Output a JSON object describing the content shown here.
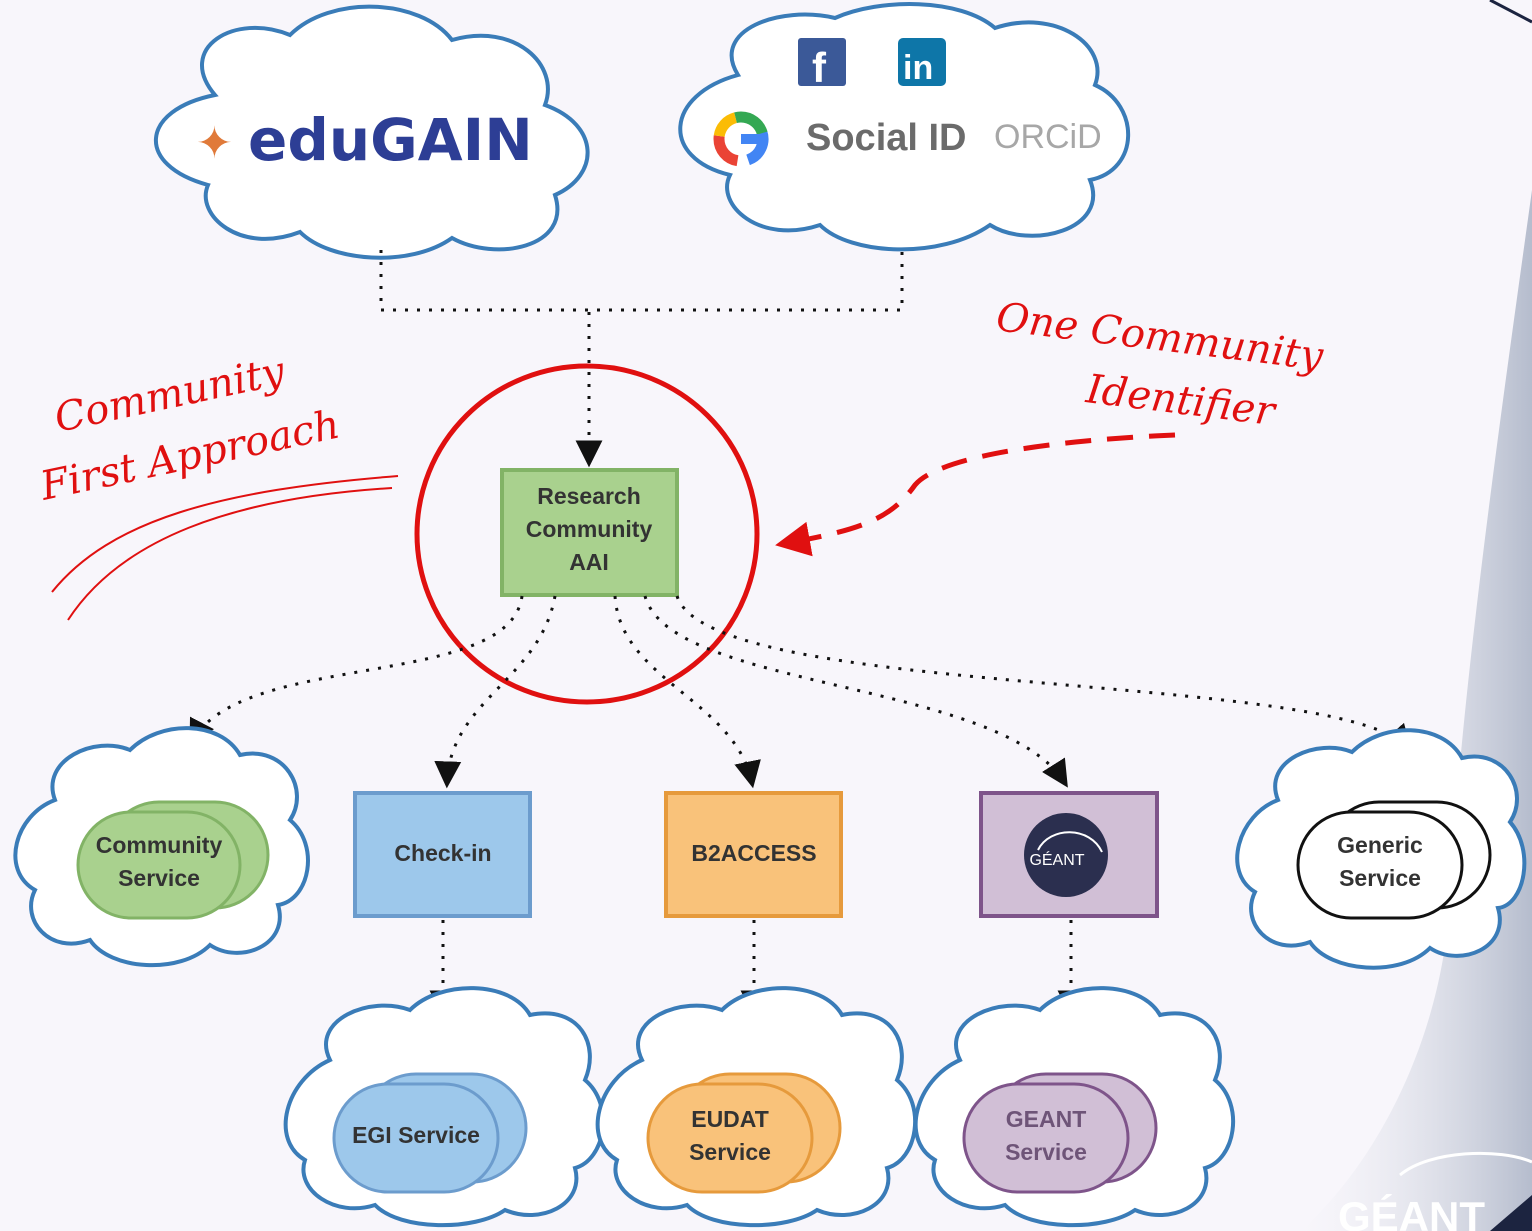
{
  "identity_sources": {
    "edugain_logo": "eduGAIN",
    "social_id": "Social ID",
    "orcid_logo": "ORCiD",
    "facebook_icon": "facebook-icon",
    "linkedin_icon": "linkedin-icon",
    "google_icon": "google-icon"
  },
  "center": {
    "line1": "Research",
    "line2": "Community",
    "line3": "AAI"
  },
  "annotations": {
    "left_line1": "Community",
    "left_line2": "First Approach",
    "right_line1": "One Community",
    "right_line2": "Identifier"
  },
  "services": {
    "community_line1": "Community",
    "community_line2": "Service",
    "checkin": "Check-in",
    "b2access": "B2ACCESS",
    "geant_logo": "GÉANT",
    "generic_line1": "Generic",
    "generic_line2": "Service",
    "egi": "EGI Service",
    "eudat_line1": "EUDAT",
    "eudat_line2": "Service",
    "geant_line1": "GEANT",
    "geant_line2": "Service"
  },
  "watermark": "GÉANT",
  "colors": {
    "cloud_stroke": "#3a7cb8",
    "green_fill": "#a9d18e",
    "green_stroke": "#82b366",
    "blue_fill": "#9dc8eb",
    "blue_stroke": "#6c9ccd",
    "orange_fill": "#f9c27a",
    "orange_stroke": "#e69a3c",
    "purple_fill": "#d1bfd6",
    "purple_stroke": "#7e548a",
    "annotation_red": "#e01010"
  }
}
